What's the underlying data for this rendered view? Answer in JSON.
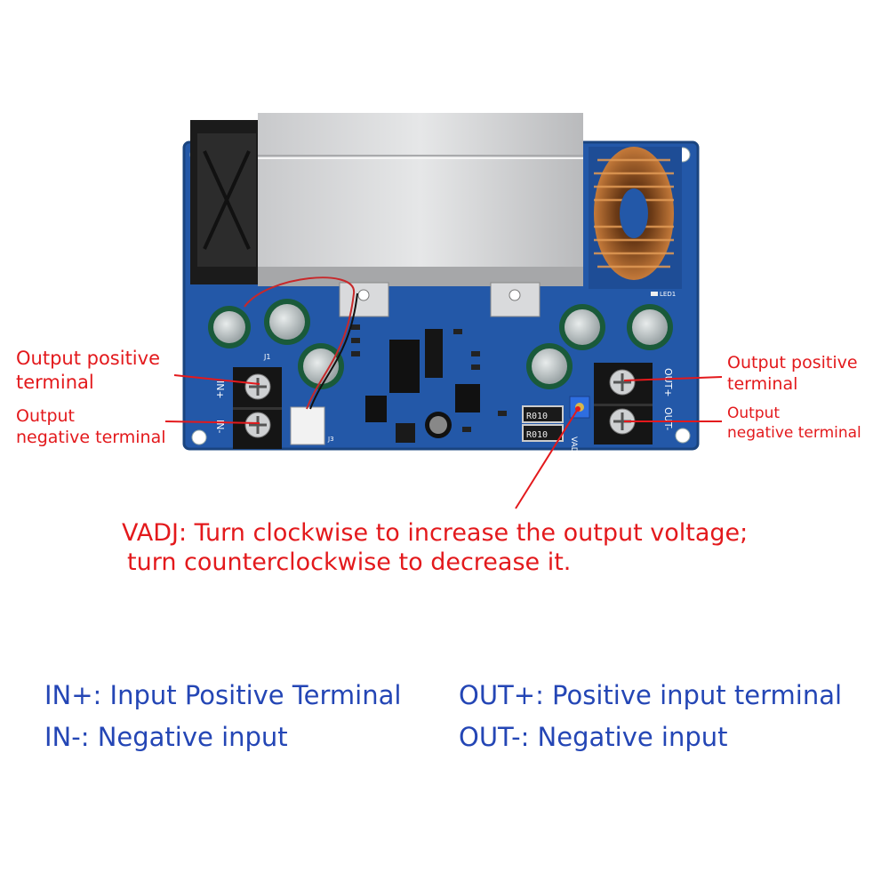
{
  "annotations": {
    "left_positive": {
      "line1": "Output positive",
      "line2": "terminal"
    },
    "left_negative": {
      "line1": "Output",
      "line2": "negative terminal"
    },
    "right_positive": {
      "line1": "Output positive",
      "line2": "terminal"
    },
    "right_negative": {
      "line1": "Output",
      "line2": "negative terminal"
    },
    "vadj": {
      "line1": "VADJ: Turn clockwise to increase the output voltage;",
      "line2": "turn counterclockwise to decrease it."
    }
  },
  "legend": {
    "in_plus": "IN+: Input Positive Terminal",
    "in_minus": "IN-: Negative input",
    "out_plus": "OUT+: Positive input terminal",
    "out_minus": "OUT-: Negative input"
  },
  "board": {
    "silkscreen": {
      "in_plus": "IN+",
      "in_minus": "IN-",
      "out_plus": "OUT+",
      "out_minus": "OUT-",
      "vadj": "VADJ",
      "led": "LED1",
      "j1": "J1",
      "j3": "J3",
      "resistor_1": "R010",
      "resistor_2": "R010"
    }
  },
  "colors": {
    "pcb": "#2358a8",
    "annotation": "#e3191c",
    "legend": "#2446b5"
  }
}
